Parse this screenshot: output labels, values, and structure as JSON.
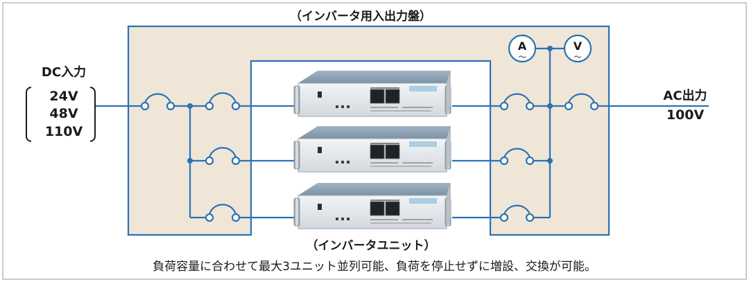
{
  "panel_title": "（インバータ用入出力盤）",
  "dc_input": {
    "label": "DC入力",
    "voltages": [
      "24V",
      "48V",
      "110V"
    ]
  },
  "ac_output": {
    "label": "AC出力",
    "voltage": "100V"
  },
  "meters": {
    "ammeter_symbol": "A",
    "voltmeter_symbol": "V",
    "wave_symbol": "～"
  },
  "inverter_unit_label": "（インバータユニット）",
  "caption": "負荷容量に合わせて最大3ユニット並列可能、負荷を停止せずに増設、交換が可能。",
  "colors": {
    "panel_fill": "#efe6d8",
    "line_blue": "#2a72b4",
    "text_dark": "#1a1a1a"
  }
}
